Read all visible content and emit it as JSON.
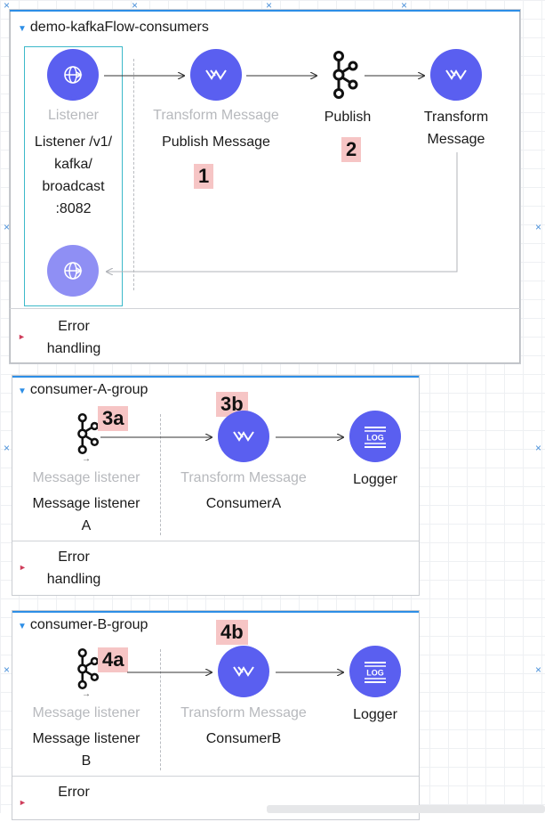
{
  "flows": {
    "main": {
      "title": "demo-kafkaFlow-consumers",
      "listener": {
        "type_label": "Listener",
        "name_lines": [
          "Listener /v1/",
          "kafka/",
          "broadcast",
          ":8082"
        ]
      },
      "transform1": {
        "type_label": "Transform Message",
        "name": "Publish Message",
        "badge": "1"
      },
      "publish": {
        "name": "Publish",
        "badge": "2"
      },
      "transform2": {
        "name_lines": [
          "Transform",
          "Message"
        ]
      },
      "error_lines": [
        "Error",
        "handling"
      ]
    },
    "consumer_a": {
      "title": "consumer-A-group",
      "listener": {
        "type_label": "Message listener",
        "name_lines": [
          "Message listener",
          "A"
        ],
        "badge": "3a"
      },
      "transform": {
        "type_label": "Transform Message",
        "name": "ConsumerA",
        "badge": "3b"
      },
      "logger": {
        "name": "Logger",
        "icon_text": "LOG"
      },
      "error_lines": [
        "Error",
        "handling"
      ]
    },
    "consumer_b": {
      "title": "consumer-B-group",
      "listener": {
        "type_label": "Message listener",
        "name_lines": [
          "Message listener",
          "B"
        ],
        "badge": "4a"
      },
      "transform": {
        "type_label": "Transform Message",
        "name": "ConsumerB",
        "badge": "4b"
      },
      "logger": {
        "name": "Logger",
        "icon_text": "LOG"
      },
      "error_lines": [
        "Error"
      ]
    }
  },
  "markers": "×",
  "colors": {
    "accent_blue": "#2d8ee6",
    "component_purple": "#5a5ff0",
    "badge_pink": "#f6c5c5",
    "selection_teal": "#3cb9c9"
  },
  "icons": {
    "http_listener": "globe-arrow-icon",
    "transform": "dataweave-icon",
    "kafka": "kafka-icon",
    "logger": "logger-icon"
  }
}
